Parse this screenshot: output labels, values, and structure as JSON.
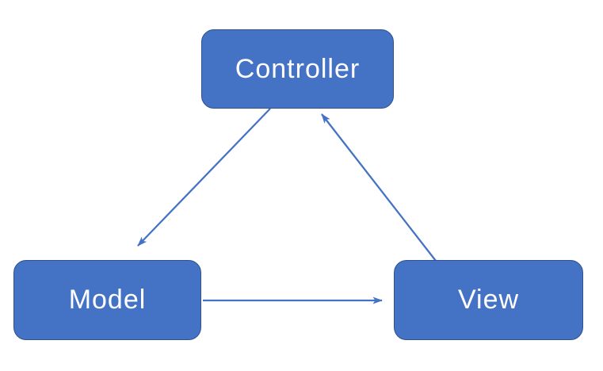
{
  "diagram": {
    "nodes": [
      {
        "id": "controller",
        "label": "Controller"
      },
      {
        "id": "model",
        "label": "Model"
      },
      {
        "id": "view",
        "label": "View"
      }
    ],
    "edges": [
      {
        "from": "Controller",
        "to": "Model"
      },
      {
        "from": "Model",
        "to": "View"
      },
      {
        "from": "View",
        "to": "Controller"
      }
    ],
    "colors": {
      "node_fill": "#4472C4",
      "node_border": "#2F528F",
      "arrow": "#4472C4",
      "label_text": "#FFFFFF",
      "background": "#FFFFFF"
    }
  }
}
